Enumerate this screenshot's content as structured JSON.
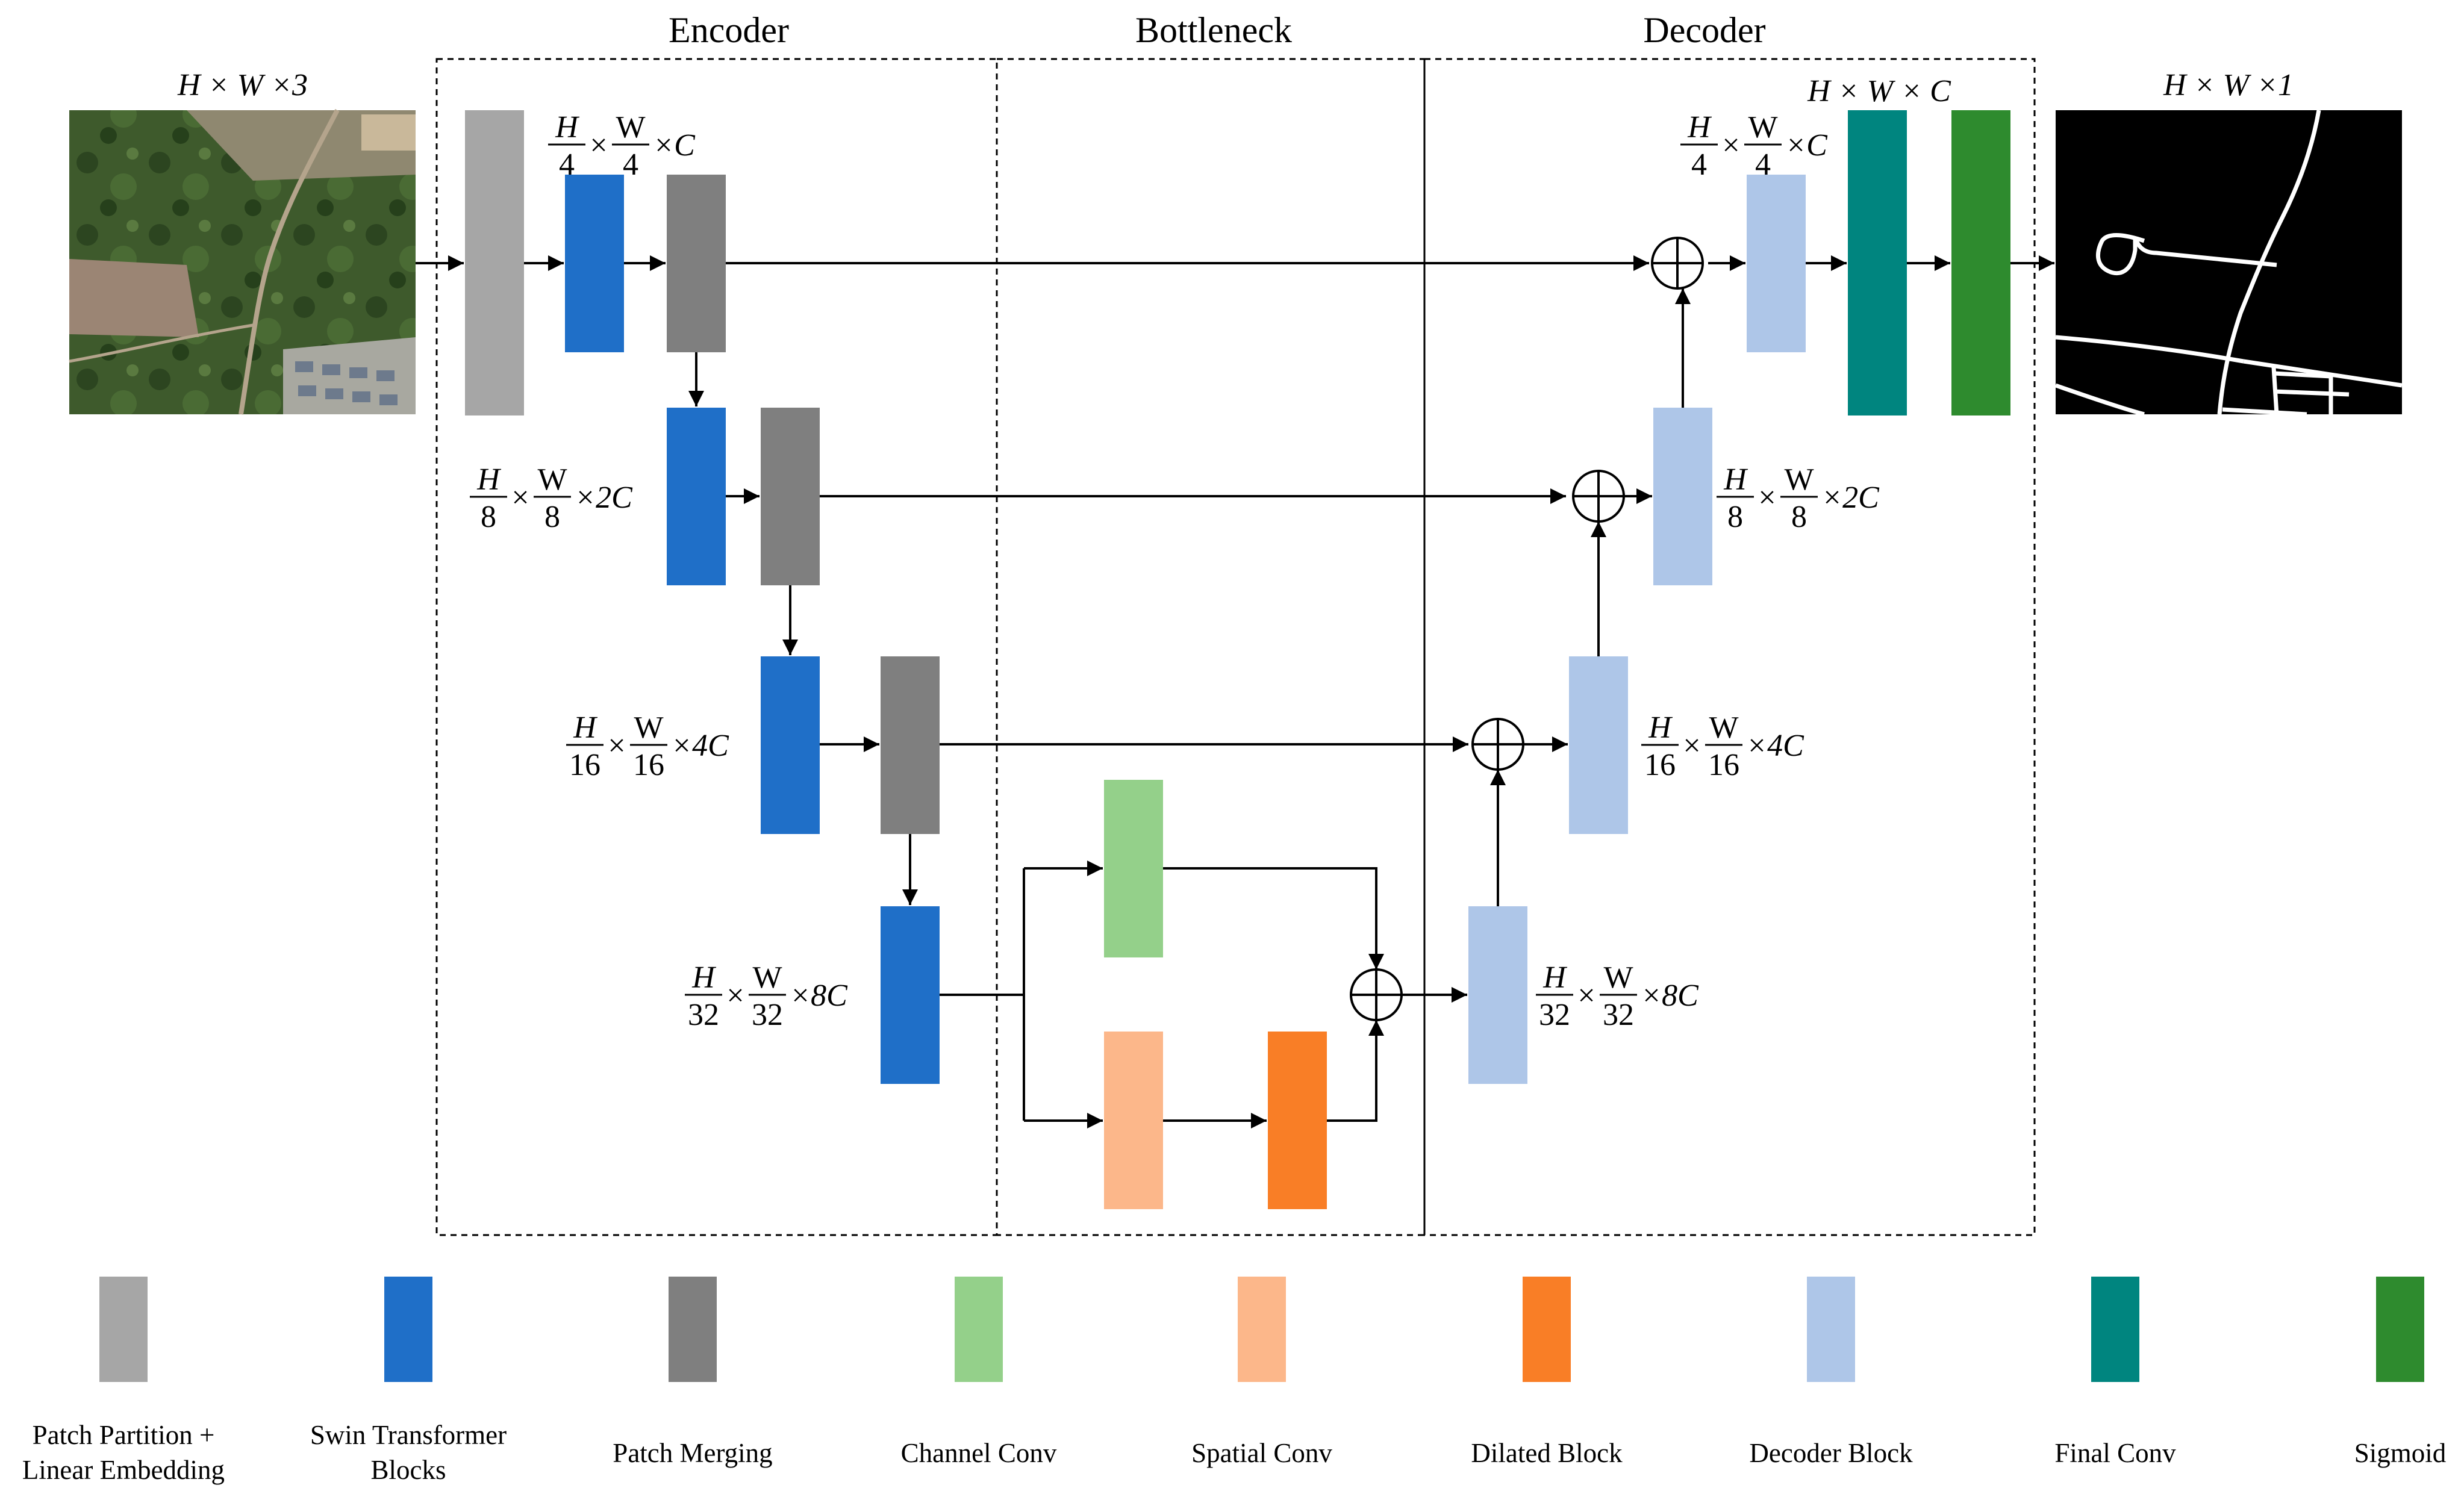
{
  "sections": {
    "encoder": "Encoder",
    "bottleneck": "Bottleneck",
    "decoder": "Decoder"
  },
  "io": {
    "input_label": "H × W ×3",
    "output_label": "H × W ×1"
  },
  "dims": {
    "enc1": {
      "num1": "H",
      "den1": "4",
      "num2": "W",
      "den2": "4",
      "tail": "×C"
    },
    "enc2": {
      "num1": "H",
      "den1": "8",
      "num2": "W",
      "den2": "8",
      "tail": "×2C"
    },
    "enc3": {
      "num1": "H",
      "den1": "16",
      "num2": "W",
      "den2": "16",
      "tail": "×4C"
    },
    "enc4": {
      "num1": "H",
      "den1": "32",
      "num2": "W",
      "den2": "32",
      "tail": "×8C"
    },
    "dec1": {
      "num1": "H",
      "den1": "4",
      "num2": "W",
      "den2": "4",
      "tail": "×C"
    },
    "dec2": {
      "num1": "H",
      "den1": "8",
      "num2": "W",
      "den2": "8",
      "tail": "×2C"
    },
    "dec3": {
      "num1": "H",
      "den1": "16",
      "num2": "W",
      "den2": "16",
      "tail": "×4C"
    },
    "dec4": {
      "num1": "H",
      "den1": "32",
      "num2": "W",
      "den2": "32",
      "tail": "×8C"
    },
    "full": "H × W × C"
  },
  "colors": {
    "patch_partition": "#a6a6a6",
    "swin": "#1f6fc8",
    "patch_merging": "#7f7f7f",
    "channel_conv": "#94d08a",
    "spatial_conv": "#fcb78a",
    "dilated": "#f97e26",
    "decoder": "#aec6e8",
    "final_conv": "#00857f",
    "sigmoid": "#2e8b2e"
  },
  "legend": [
    {
      "line1": "Patch Partition +",
      "line2": "Linear Embedding",
      "color": "#a6a6a6"
    },
    {
      "line1": "Swin Transformer",
      "line2": "Blocks",
      "color": "#1f6fc8"
    },
    {
      "line1": "Patch Merging",
      "line2": "",
      "color": "#7f7f7f"
    },
    {
      "line1": "Channel Conv",
      "line2": "",
      "color": "#94d08a"
    },
    {
      "line1": "Spatial Conv",
      "line2": "",
      "color": "#fcb78a"
    },
    {
      "line1": "Dilated Block",
      "line2": "",
      "color": "#f97e26"
    },
    {
      "line1": "Decoder Block",
      "line2": "",
      "color": "#aec6e8"
    },
    {
      "line1": "Final Conv",
      "line2": "",
      "color": "#00857f"
    },
    {
      "line1": "Sigmoid",
      "line2": "",
      "color": "#2e8b2e"
    }
  ]
}
